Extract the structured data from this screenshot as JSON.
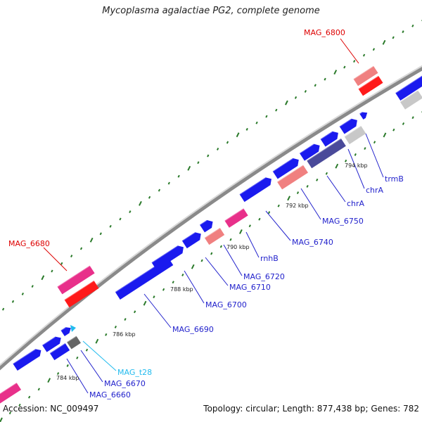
{
  "title": "Mycoplasma agalactiae PG2, complete genome",
  "footer": {
    "accession": "Accession: NC_009497",
    "summary": "Topology: circular; Length: 877,438 bp; Genes: 782"
  },
  "colors": {
    "forward_cds": "#1a1aee",
    "reverse_cds": "#1a1aee",
    "rna": "#e8308a",
    "highlight_red": "#ff1a1a",
    "pink": "#f08080",
    "grey": "#c8c8c8",
    "dark_grey": "#666666",
    "navy": "#4a4a9a",
    "tick_green": "#2a7a2a",
    "label_blue": "#2222cc",
    "label_red": "#dd0000",
    "label_cyan": "#22bbee"
  },
  "scale_labels": [
    "784 kbp",
    "786 kbp",
    "788 kbp",
    "790 kbp",
    "792 kbp",
    "794 kbp"
  ],
  "gene_labels": [
    {
      "text": "MAG_6800",
      "color": "red"
    },
    {
      "text": "MAG_6680",
      "color": "red"
    },
    {
      "text": "trmB",
      "color": "blue"
    },
    {
      "text": "chrA",
      "color": "blue"
    },
    {
      "text": "chrA",
      "color": "blue"
    },
    {
      "text": "MAG_6750",
      "color": "blue"
    },
    {
      "text": "MAG_6740",
      "color": "blue"
    },
    {
      "text": "rnhB",
      "color": "blue"
    },
    {
      "text": "MAG_6720",
      "color": "blue"
    },
    {
      "text": "MAG_6710",
      "color": "blue"
    },
    {
      "text": "MAG_6700",
      "color": "blue"
    },
    {
      "text": "MAG_6690",
      "color": "blue"
    },
    {
      "text": "MAG_t28",
      "color": "cyan"
    },
    {
      "text": "MAG_6670",
      "color": "blue"
    },
    {
      "text": "MAG_6660",
      "color": "blue"
    }
  ]
}
